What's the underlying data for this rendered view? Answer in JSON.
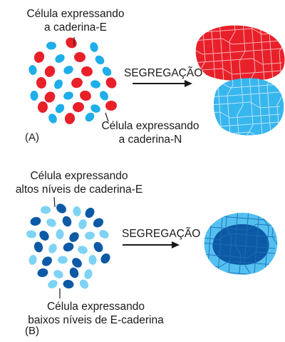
{
  "panel_a": {
    "label": "(A)",
    "label_top": [
      "Célula expressando",
      "a caderina-E"
    ],
    "label_bottom": [
      "Célula expressando",
      "a caderina-N"
    ],
    "arrow_label": "SEGREGAÇÃO",
    "color_e": "#e8202a",
    "color_n": "#1eaeea",
    "cell_border": "#ffffff",
    "e_cluster_color": "#e8202a",
    "n_cluster_color": "#38b6ee"
  },
  "panel_b": {
    "label": "(B)",
    "label_top": [
      "Célula expressando",
      "altos níveis de caderina-E"
    ],
    "label_bottom": [
      "Célula expressando",
      "baixos níveis de E-caderina"
    ],
    "arrow_label": "SEGREGAÇÃO",
    "color_high": "#0c5aa6",
    "color_low": "#7ed3f5",
    "core_color": "#0d59a5",
    "shell_color": "#54c0f0",
    "cell_border": "#1a6fb6"
  },
  "colors": {
    "text": "#1a1a1a",
    "arrow": "#1a1a1a",
    "background": "#ffffff"
  }
}
